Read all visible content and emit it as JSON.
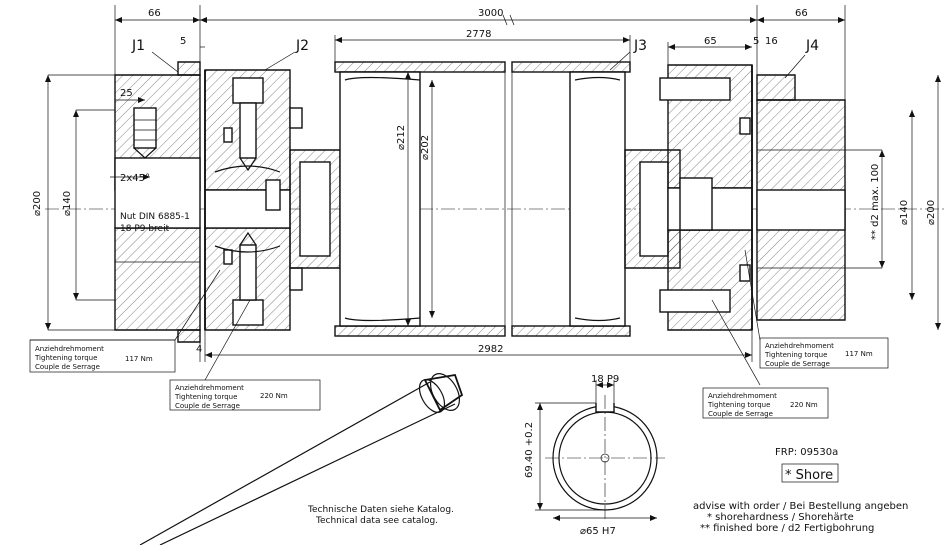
{
  "joint_labels": [
    "J1",
    "J2",
    "J3",
    "J4"
  ],
  "dimensions": {
    "left_offset": "66",
    "total_length": "3000",
    "right_offset": "66",
    "tube_length": "2778",
    "gap_left": "5",
    "hub_length_right": "65",
    "gap_right_a": "5",
    "gap_right_b": "16",
    "chamfer_width": "25",
    "chamfer": "2x45°",
    "hub_dia_left": "⌀200",
    "bore_dia_left": "⌀140",
    "tube_outer_dia": "⌀212",
    "tube_inner_dia": "⌀202",
    "bore_note_right": "** d2 max. 100",
    "bore_dia_right": "⌀140",
    "hub_dia_right": "⌀200",
    "gap_bottom": "4",
    "between_flanges": "2982",
    "keyway_width": "18 P9",
    "keyway_depth": "69.40 +0.2",
    "bore_tolerance": "⌀65 H7"
  },
  "keyway_note": {
    "line1": "Nut DIN 6885-1",
    "line2": "18 P9 breit"
  },
  "torque_boxes": [
    {
      "de": "Anziehdrehmoment",
      "en": "Tightening torque",
      "fr": "Couple de Serrage",
      "value": "117  Nm"
    },
    {
      "de": "Anziehdrehmoment",
      "en": "Tightening torque",
      "fr": "Couple de Serrage",
      "value": "220 Nm"
    },
    {
      "de": "Anziehdrehmoment",
      "en": "Tightening torque",
      "fr": "Couple de Serrage",
      "value": "117  Nm"
    },
    {
      "de": "Anziehdrehmoment",
      "en": "Tightening torque",
      "fr": "Couple de Serrage",
      "value": "220 Nm"
    }
  ],
  "technical_note": {
    "line1": "Technische Daten siehe Katalog.",
    "line2": "Technical data see catalog."
  },
  "frp_code": "FRP: 09530a",
  "shore_box": "* Shore",
  "order_notes": {
    "line1": "advise with order / Bei Bestellung angeben",
    "line2": "* shorehardness / Shorehärte",
    "line3": "** finished bore / d2 Fertigbohrung"
  }
}
